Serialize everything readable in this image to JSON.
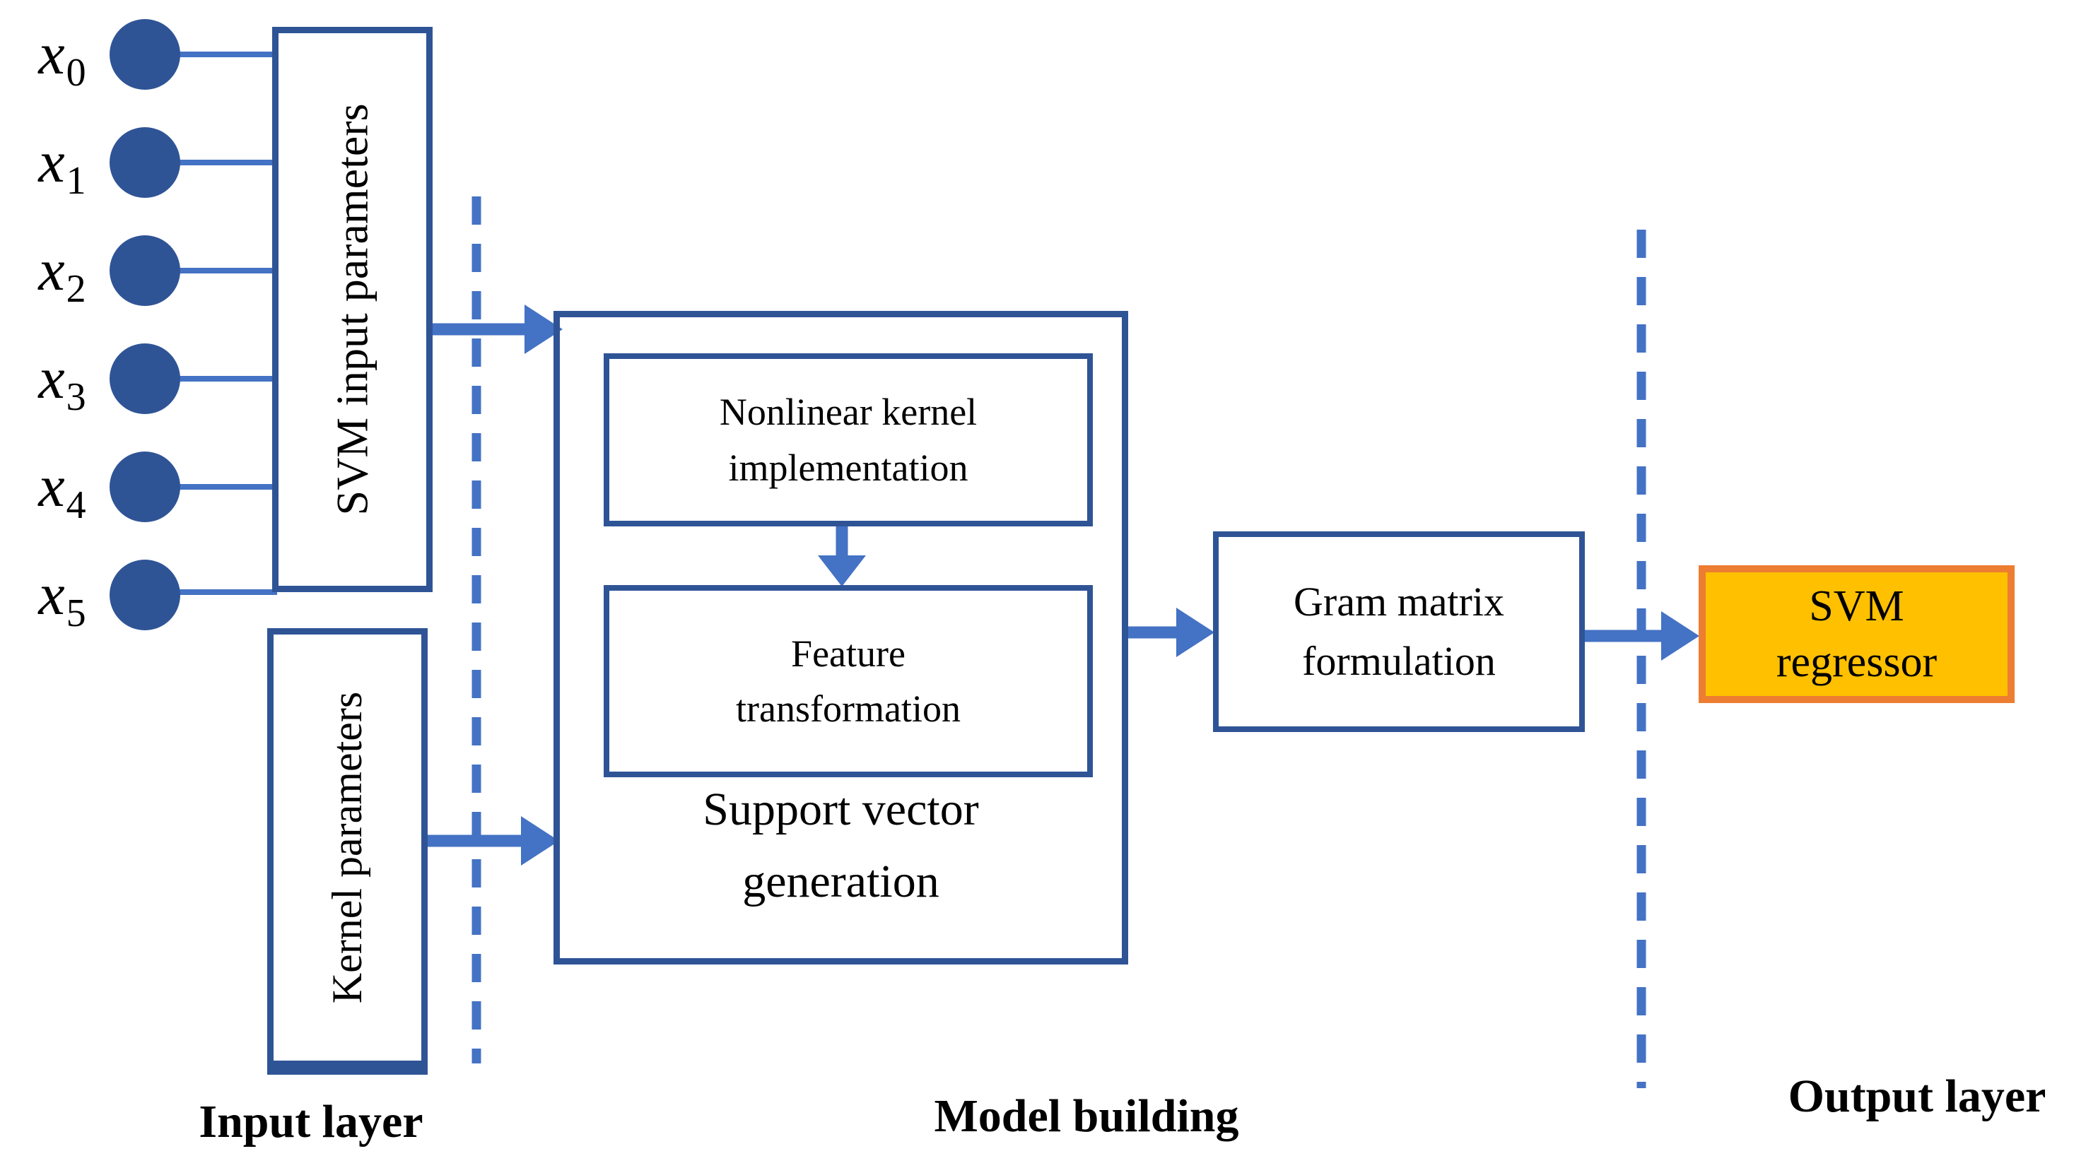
{
  "colors": {
    "navy": "#2F5496",
    "accent": "#4472C4",
    "orange_fill": "#FFC000",
    "orange_border": "#ED7D31",
    "text": "#000000"
  },
  "inputs": [
    {
      "base": "x",
      "sub": "0"
    },
    {
      "base": "x",
      "sub": "1"
    },
    {
      "base": "x",
      "sub": "2"
    },
    {
      "base": "x",
      "sub": "3"
    },
    {
      "base": "x",
      "sub": "4"
    },
    {
      "base": "x",
      "sub": "5"
    }
  ],
  "boxes": {
    "svm_input": {
      "label": "SVM input parameters"
    },
    "kernel": {
      "label": "Kernel parameters"
    },
    "nonlinear": {
      "lines": [
        "Nonlinear kernel",
        "implementation"
      ]
    },
    "feature": {
      "lines": [
        "Feature",
        "transformation"
      ]
    },
    "model": {
      "lines": [
        "Support vector",
        "generation"
      ]
    },
    "gram": {
      "lines": [
        "Gram matrix",
        "formulation"
      ]
    },
    "regressor": {
      "lines": [
        "SVM",
        "regressor"
      ]
    }
  },
  "layer_labels": {
    "input": "Input layer",
    "model": "Model building",
    "output": "Output layer"
  }
}
